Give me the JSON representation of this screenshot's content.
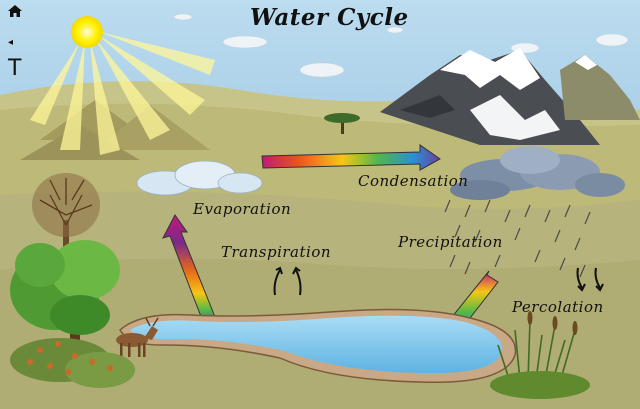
{
  "diagram": {
    "title": "Water Cycle",
    "labels": {
      "evaporation": "Evaporation",
      "condensation": "Condensation",
      "transpiration": "Transpiration",
      "precipitation": "Precipitation",
      "percolation": "Percolation"
    }
  },
  "toolbar": {
    "back_glyph": "◂",
    "text_tool_glyph": "T"
  },
  "colors": {
    "sky": "#9cc6e0",
    "land": "#b9b57a",
    "lake": "#6fbde6",
    "sun": "#fff200",
    "arrow_gradient": [
      "#c2187a",
      "#e8541a",
      "#f7c615",
      "#52b848",
      "#2a8fd4",
      "#6b3fa0"
    ]
  }
}
